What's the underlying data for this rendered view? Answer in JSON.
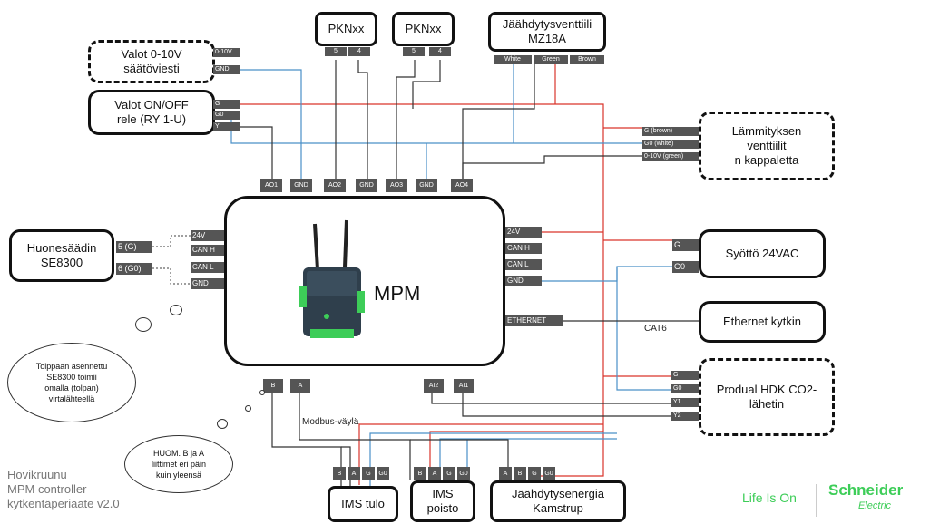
{
  "boxes": {
    "valot_010": {
      "line1": "Valot 0-10V",
      "line2": "säätöviesti"
    },
    "valot_onoff": {
      "line1": "Valot ON/OFF",
      "line2": "rele (RY 1-U)"
    },
    "pkn1": {
      "label": "PKNxx"
    },
    "pkn2": {
      "label": "PKNxx"
    },
    "jaahdytys": {
      "line1": "Jäähdytysventtiili",
      "line2": "MZ18A"
    },
    "lammitys": {
      "line1": "Lämmityksen",
      "line2": "venttiilit",
      "line3": "n kappaletta"
    },
    "huonesaadin": {
      "line1": "Huonesäädin",
      "line2": "SE8300"
    },
    "syotto": {
      "label": "Syöttö 24VAC"
    },
    "ethernet_kytkin": {
      "label": "Ethernet kytkin"
    },
    "produal": {
      "line1": "Produal HDK CO2-",
      "line2": "lähetin"
    },
    "ims_tulo": {
      "label": "IMS tulo"
    },
    "ims_poisto": {
      "line1": "IMS",
      "line2": "poisto"
    },
    "kamstrup": {
      "line1": "Jäähdytysenergia",
      "line2": "Kamstrup"
    }
  },
  "mpm": {
    "label": "MPM"
  },
  "pins": {
    "valot_010": [
      "0-10V",
      "GND"
    ],
    "valot_onoff": [
      "G",
      "G0",
      "Y"
    ],
    "pkn1": [
      "5",
      "4"
    ],
    "pkn2": [
      "5",
      "4"
    ],
    "jaahdytys": [
      "White",
      "Green",
      "Brown"
    ],
    "lammitys": [
      "G (brown)",
      "G0 (white)",
      "0-10V (green)"
    ],
    "huonesaadin": [
      "5 (G)",
      "6 (G0)"
    ],
    "syotto": [
      "G",
      "G0"
    ],
    "produal": [
      "G",
      "G0",
      "Y1",
      "Y2"
    ],
    "ims_tulo": [
      "B",
      "A",
      "G",
      "G0"
    ],
    "ims_poisto": [
      "B",
      "A",
      "G",
      "G0"
    ],
    "kamstrup": [
      "A",
      "B",
      "G",
      "G0"
    ]
  },
  "mpm_terminals": {
    "top": [
      "AO1",
      "GND",
      "AO2",
      "GND",
      "AO3",
      "GND",
      "AO4"
    ],
    "left": [
      "24V",
      "CAN H",
      "CAN L",
      "GND"
    ],
    "right": [
      "24V",
      "CAN H",
      "CAN L",
      "GND",
      "ETHERNET"
    ],
    "bottom_left": [
      "B",
      "A"
    ],
    "bottom_right": [
      "AI2",
      "AI1"
    ]
  },
  "labels": {
    "cat6": "CAT6",
    "modbus": "Modbus-väylä"
  },
  "clouds": {
    "tolppa": {
      "lines": [
        "Tolppaan asennettu",
        "SE8300 toimii",
        "omalla (tolpan)",
        "virtalähteellä"
      ]
    },
    "huom": {
      "lines": [
        "HUOM. B ja A",
        "liittimet eri päin",
        "kuin yleensä"
      ]
    }
  },
  "footer": {
    "line1": "Hovikruunu",
    "line2": "MPM controller",
    "line3": "kytkentäperiaate v2.0"
  },
  "brand": {
    "slogan": "Life Is On",
    "name": "Schneider",
    "sub": "Electric"
  },
  "colors": {
    "red": "#d9342b",
    "blue": "#4a90c8",
    "gray": "#555555",
    "brand_green": "#3dcd58"
  }
}
